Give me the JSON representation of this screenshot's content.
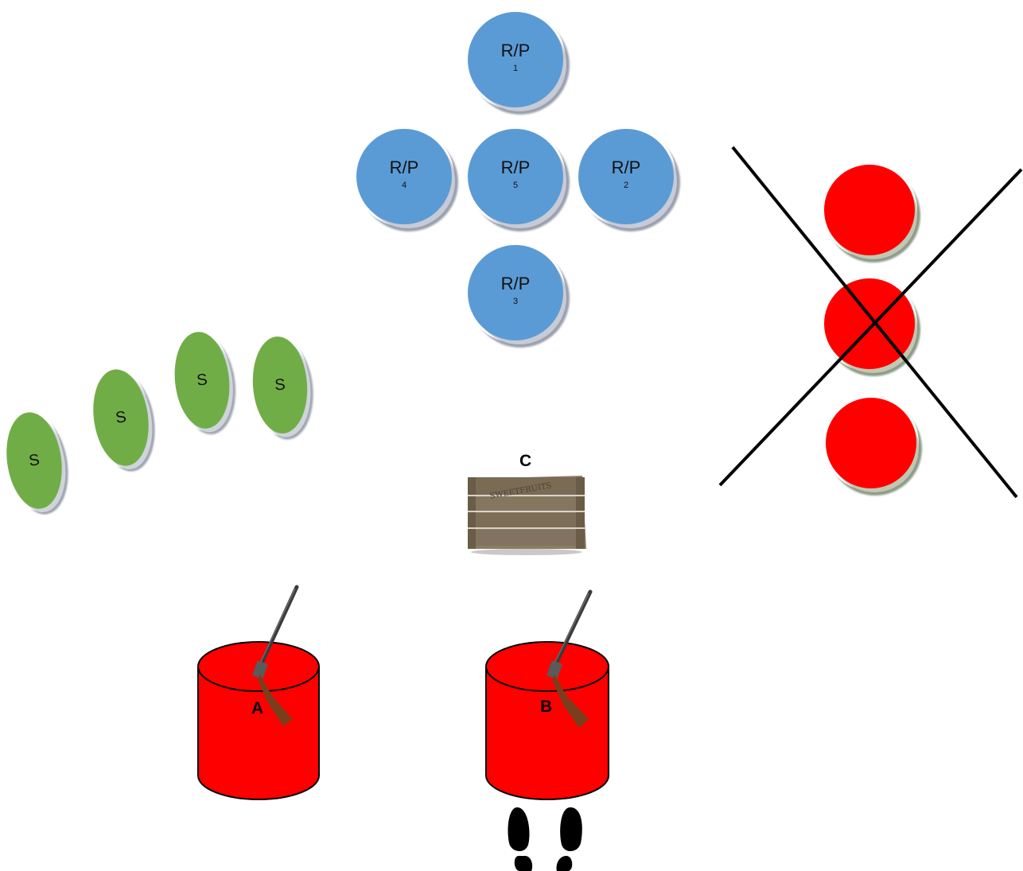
{
  "targets": [
    {
      "label": "R/P",
      "number": "1"
    },
    {
      "label": "R/P",
      "number": "2"
    },
    {
      "label": "R/P",
      "number": "3"
    },
    {
      "label": "R/P",
      "number": "4"
    },
    {
      "label": "R/P",
      "number": "5"
    }
  ],
  "skeet_targets": [
    {
      "label": "S"
    },
    {
      "label": "S"
    },
    {
      "label": "S"
    },
    {
      "label": "S"
    }
  ],
  "crate": {
    "label": "C",
    "brand": "SWEETFRUITS"
  },
  "stations": [
    {
      "label": "A"
    },
    {
      "label": "B"
    }
  ],
  "colors": {
    "rp_target": "#5b9bd5",
    "skeet_target": "#70ad47",
    "excluded_target": "#ff0000",
    "barrel": "#ff0000"
  },
  "icons": {
    "excluded_group": "cross-out-icon",
    "shooter_position": "footprints-icon",
    "firearm": "shotgun-icon"
  }
}
